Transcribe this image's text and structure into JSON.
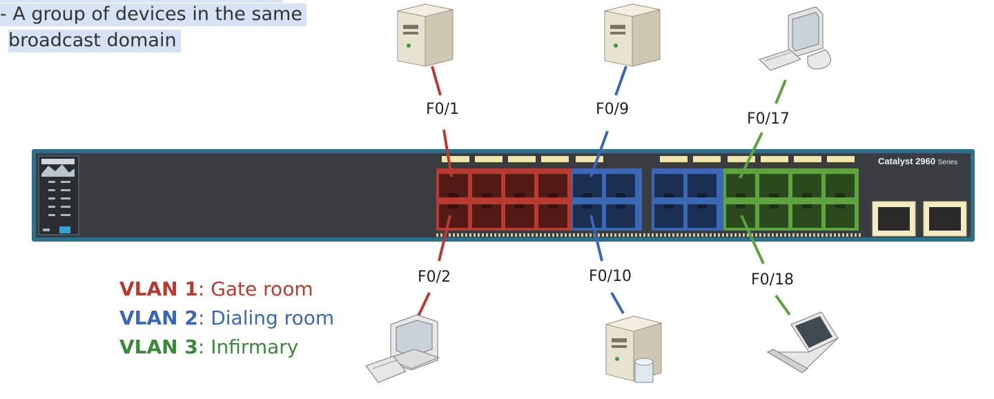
{
  "slide": {
    "bullet_line1": "- A group of devices in the same",
    "bullet_line2": "broadcast domain"
  },
  "ports": {
    "f01": "F0/1",
    "f02": "F0/2",
    "f09": "F0/9",
    "f010": "F0/10",
    "f017": "F0/17",
    "f018": "F0/18"
  },
  "switch": {
    "brand": "Catalyst 2960",
    "series": "Series"
  },
  "legend": {
    "vlan1_id": "VLAN 1",
    "vlan1_name": "Gate room",
    "vlan2_id": "VLAN 2",
    "vlan2_name": "Dialing room",
    "vlan3_id": "VLAN 3",
    "vlan3_name": "Infirmary"
  },
  "colors": {
    "vlan1": "#b83a30",
    "vlan2": "#3b68b5",
    "vlan3": "#5da33e",
    "switch_body": "#3a3c3f",
    "switch_frame": "#2f6f8a"
  }
}
